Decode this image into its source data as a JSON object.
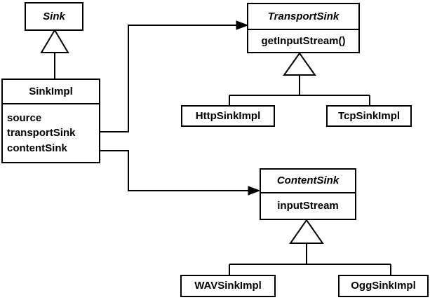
{
  "diagram": {
    "title": "Sink class hierarchy UML diagram",
    "stroke_color": "#000000",
    "background_color": "#ffffff"
  },
  "classes": {
    "sink": {
      "name": "Sink",
      "abstract": true
    },
    "sink_impl": {
      "name": "SinkImpl",
      "abstract": false,
      "attributes": [
        "source",
        "transportSink",
        "contentSink"
      ]
    },
    "transport_sink": {
      "name": "TransportSink",
      "abstract": true,
      "operation": "getInputStream()"
    },
    "http_sink_impl": {
      "name": "HttpSinkImpl",
      "abstract": false
    },
    "tcp_sink_impl": {
      "name": "TcpSinkImpl",
      "abstract": false
    },
    "content_sink": {
      "name": "ContentSink",
      "abstract": true,
      "attribute": "inputStream"
    },
    "wav_sink_impl": {
      "name": "WAVSinkImpl",
      "abstract": false
    },
    "ogg_sink_impl": {
      "name": "OggSinkImpl",
      "abstract": false
    }
  },
  "relationships": [
    {
      "kind": "generalization",
      "from": "SinkImpl",
      "to": "Sink",
      "arrow": "hollow-triangle"
    },
    {
      "kind": "association",
      "from": "SinkImpl.transportSink",
      "to": "TransportSink",
      "arrow": "solid-arrowhead"
    },
    {
      "kind": "association",
      "from": "SinkImpl.contentSink",
      "to": "ContentSink",
      "arrow": "solid-arrowhead"
    },
    {
      "kind": "generalization",
      "from": "HttpSinkImpl",
      "to": "TransportSink",
      "arrow": "hollow-triangle"
    },
    {
      "kind": "generalization",
      "from": "TcpSinkImpl",
      "to": "TransportSink",
      "arrow": "hollow-triangle"
    },
    {
      "kind": "generalization",
      "from": "WAVSinkImpl",
      "to": "ContentSink",
      "arrow": "hollow-triangle"
    },
    {
      "kind": "generalization",
      "from": "OggSinkImpl",
      "to": "ContentSink",
      "arrow": "hollow-triangle"
    }
  ]
}
